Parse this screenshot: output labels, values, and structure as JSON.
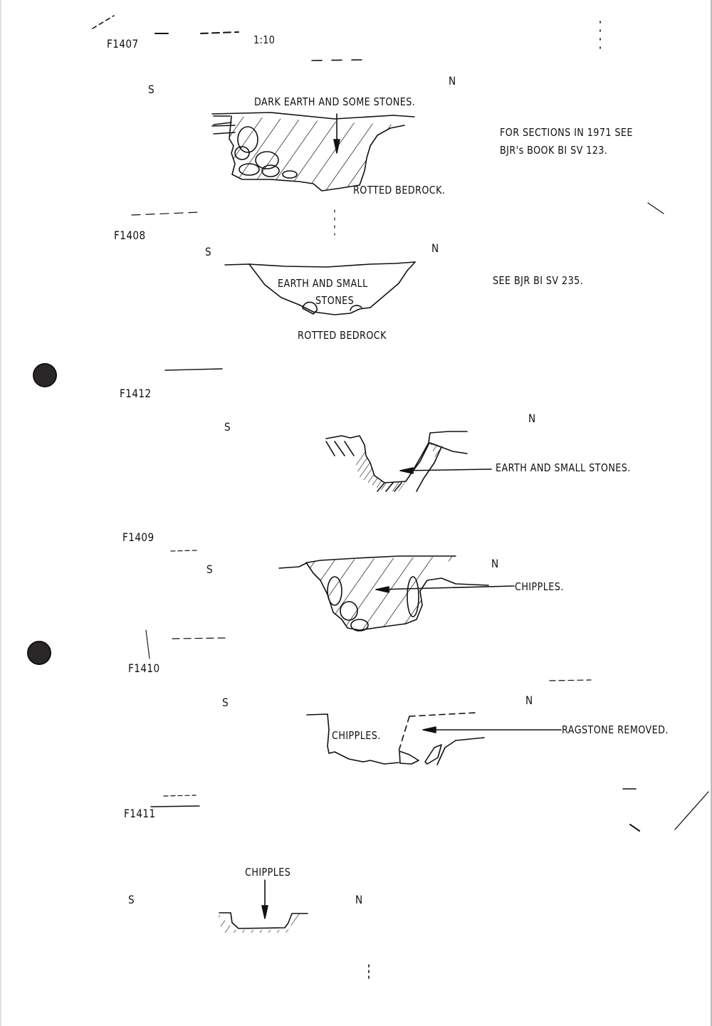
{
  "sheet": {
    "scale": "1:10",
    "punch_holes": 2
  },
  "sections": [
    {
      "id": "F1407",
      "orientation": {
        "left": "S",
        "right": "N"
      },
      "labels": {
        "fill": "DARK EARTH AND SOME STONES.",
        "base": "ROTTED BEDROCK."
      },
      "note": [
        "FOR SECTIONS IN 1971 SEE",
        "BJR's BOOK BI SV 123."
      ]
    },
    {
      "id": "F1408",
      "orientation": {
        "left": "S",
        "right": "N"
      },
      "labels": {
        "fill_line1": "EARTH AND SMALL",
        "fill_line2": "STONES",
        "base": "ROTTED BEDROCK"
      },
      "note": [
        "SEE BJR BI SV 235."
      ]
    },
    {
      "id": "F1412",
      "orientation": {
        "left": "S",
        "right": "N"
      },
      "labels": {
        "fill": "EARTH AND SMALL STONES."
      }
    },
    {
      "id": "F1409",
      "orientation": {
        "left": "S",
        "right": "N"
      },
      "labels": {
        "fill": "CHIPPLES."
      }
    },
    {
      "id": "F1410",
      "orientation": {
        "left": "S",
        "right": "N"
      },
      "labels": {
        "inner": "CHIPPLES.",
        "removed": "RAGSTONE REMOVED."
      }
    },
    {
      "id": "F1411",
      "orientation": {
        "left": "S",
        "right": "N"
      },
      "labels": {
        "fill": "CHIPPLES"
      }
    }
  ],
  "colors": {
    "ink": "#111111",
    "paper": "#ffffff",
    "hole": "#2a2727"
  }
}
